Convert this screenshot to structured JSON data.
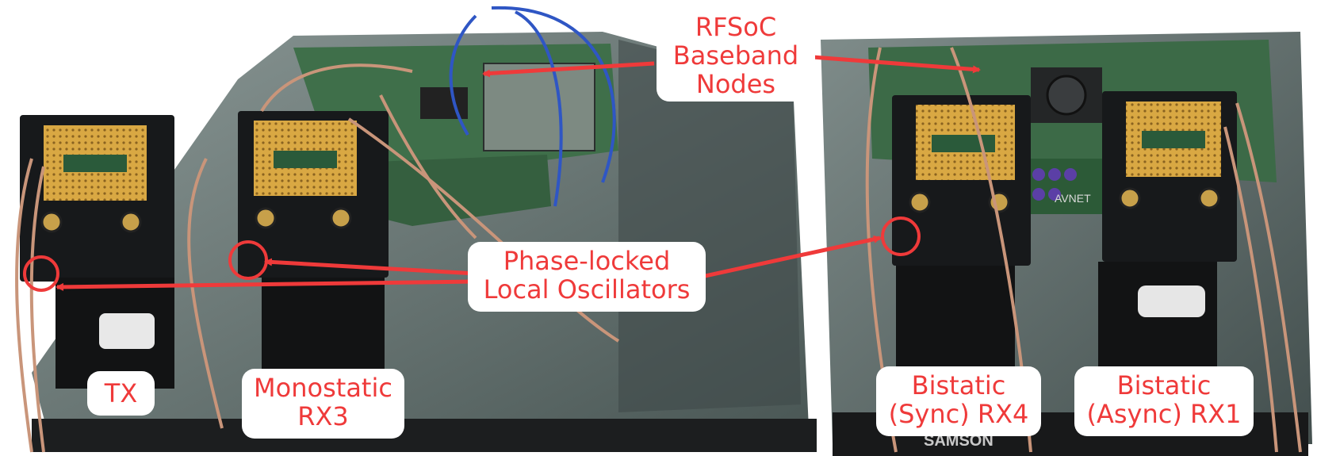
{
  "colors": {
    "annotation_red": "#ef3a3a",
    "label_bg": "#ffffff",
    "pcb_black": "#17191b",
    "pcb_green": "#3f6f4a",
    "gold": "#d9a843",
    "glass": "#5b6a66",
    "cable_tan": "#c9957a",
    "cable_blue": "#2f56c4"
  },
  "annotations": {
    "rfsoc": {
      "lines": [
        "RFSoC",
        "Baseband",
        "Nodes"
      ]
    },
    "lo": {
      "lines": [
        "Phase-locked",
        "Local Oscillators"
      ]
    },
    "tx": {
      "lines": [
        "TX"
      ]
    },
    "mono": {
      "lines": [
        "Monostatic",
        "RX3"
      ]
    },
    "bistatic_sync": {
      "lines": [
        "Bistatic",
        "(Sync) RX4"
      ]
    },
    "bistatic_async": {
      "lines": [
        "Bistatic",
        "(Async) RX1"
      ]
    }
  },
  "branding": {
    "speaker_logo": "SAMSON",
    "avnet_logo": "AVNET"
  }
}
